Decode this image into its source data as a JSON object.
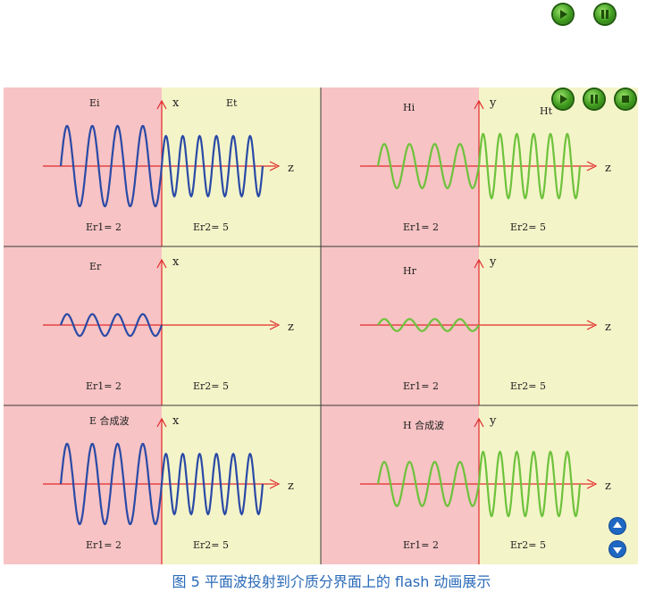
{
  "top_controls": {
    "play_icon": "play-icon",
    "pause_icon": "pause-icon"
  },
  "panel_controls": {
    "play_icon": "play-icon",
    "pause_icon": "pause-icon",
    "stop_icon": "stop-icon"
  },
  "nav": {
    "up_icon": "arrow-up-icon",
    "down_icon": "arrow-down-icon"
  },
  "colors": {
    "medium1_bg": "#f7c3c4",
    "medium2_bg": "#f4f4c9",
    "grid_line": "#3a3a3a",
    "axis": "#e12a2a",
    "e_wave": "#2a4aa6",
    "h_wave": "#6ec23c"
  },
  "panels": [
    {
      "id": "E-incident-transmitted",
      "field": "E",
      "left_label": "Ei",
      "right_label": "Et",
      "vertical_axis": "x",
      "horizontal_axis": "z",
      "er1": "Er1= 2",
      "er2": "Er2= 5",
      "left_wave": {
        "amplitude": 1.0,
        "cycles": 4
      },
      "right_wave": {
        "amplitude": 0.75,
        "cycles": 6
      }
    },
    {
      "id": "H-incident-transmitted",
      "field": "H",
      "left_label": "Hi",
      "right_label": "Ht",
      "vertical_axis": "y",
      "horizontal_axis": "z",
      "er1": "Er1= 2",
      "er2": "Er2= 5",
      "left_wave": {
        "amplitude": 0.55,
        "cycles": 4
      },
      "right_wave": {
        "amplitude": 0.8,
        "cycles": 6
      }
    },
    {
      "id": "E-reflected",
      "field": "E",
      "left_label": "Er",
      "right_label": "",
      "vertical_axis": "x",
      "horizontal_axis": "z",
      "er1": "Er1= 2",
      "er2": "Er2= 5",
      "left_wave": {
        "amplitude": 0.27,
        "cycles": 4
      },
      "right_wave": null
    },
    {
      "id": "H-reflected",
      "field": "H",
      "left_label": "Hr",
      "right_label": "",
      "vertical_axis": "y",
      "horizontal_axis": "z",
      "er1": "Er1= 2",
      "er2": "Er2= 5",
      "left_wave": {
        "amplitude": 0.15,
        "cycles": 4
      },
      "right_wave": null
    },
    {
      "id": "E-total",
      "field": "E",
      "left_label": "E 合成波",
      "right_label": "",
      "vertical_axis": "x",
      "horizontal_axis": "z",
      "er1": "Er1= 2",
      "er2": "Er2= 5",
      "left_wave": {
        "amplitude": 1.0,
        "cycles": 4
      },
      "right_wave": {
        "amplitude": 0.75,
        "cycles": 6
      }
    },
    {
      "id": "H-total",
      "field": "H",
      "left_label": "H 合成波",
      "right_label": "",
      "vertical_axis": "y",
      "horizontal_axis": "z",
      "er1": "Er1= 2",
      "er2": "Er2= 5",
      "left_wave": {
        "amplitude": 0.55,
        "cycles": 4
      },
      "right_wave": {
        "amplitude": 0.8,
        "cycles": 6
      }
    }
  ],
  "caption": "图 5 平面波投射到介质分界面上的 flash 动画展示"
}
